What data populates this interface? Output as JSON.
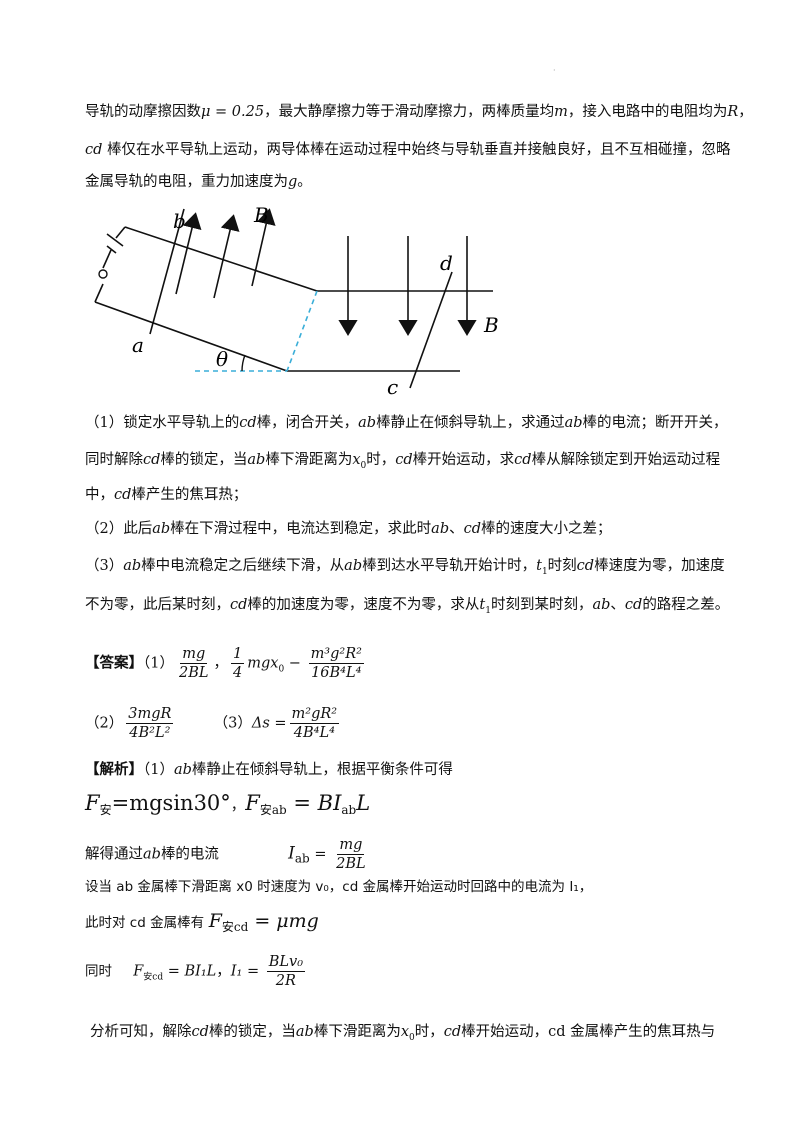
{
  "intro": {
    "l1a": "导轨的动摩擦因数",
    "mu": "μ = 0.25",
    "l1b": "，最大静摩擦力等于滑动摩擦力，两棒质量均",
    "m": "m",
    "l1c": "，接入电路中的电阻均为",
    "R": "R",
    "l1d": "，",
    "cd": "cd",
    "l2": "棒仅在水平导轨上运动，两导体棒在运动过程中始终与导轨垂直并接触良好，且不互相碰撞，忽略",
    "l3a": "金属导轨的电阻，重力加速度为",
    "g": "g",
    "l3b": "。"
  },
  "diagram": {
    "labels": {
      "b": "b",
      "a": "a",
      "B1": "B",
      "d": "d",
      "c": "c",
      "B2": "B",
      "theta": "θ"
    }
  },
  "q1": {
    "l1a": "（1）锁定水平导轨上的",
    "cd": "cd",
    "l1b": "棒，闭合开关，",
    "ab": "ab",
    "l1c": "棒静止在倾斜导轨上，求通过",
    "l1d": "棒的电流；断开开关，",
    "l2a": "同时解除",
    "l2b": "棒的锁定，当",
    "l2c": "棒下滑距离为",
    "x0": "x",
    "x0sub": "0",
    "l2d": "时，",
    "l2e": "棒开始运动，求",
    "l2f": "棒从解除锁定到开始运动过程",
    "l3a": "中，",
    "l3b": "棒产生的焦耳热；"
  },
  "q2": {
    "a": "（2）此后",
    "b": "棒在下滑过程中，电流达到稳定，求此时",
    "c": "、",
    "d": "棒的速度大小之差；"
  },
  "q3": {
    "l1a": "（3）",
    "l1b": "棒中电流稳定之后继续下滑，从",
    "l1c": "棒到达水平导轨开始计时，",
    "t1": "t",
    "t1sub": "1",
    "l1d": "时刻",
    "l1e": "棒速度为零，加速度",
    "l2a": "不为零，此后某时刻，",
    "l2b": "棒的加速度为零，速度不为零，求从",
    "l2c": "时刻到某时刻，",
    "l2d": "、",
    "l2e": "的路程之差。"
  },
  "answer": {
    "label": "【答案】",
    "p1": "（1）",
    "a1_num": "mg",
    "a1_den": "2BL",
    "sep": "，",
    "a1b_pre_num": "1",
    "a1b_pre_den": "4",
    "a1b_mid": "mgx",
    "a1b_sub": "0",
    "a1b_minus": " − ",
    "a1b_num": "m³g²R²",
    "a1b_den": "16B⁴L⁴",
    "p2": "（2）",
    "a2_num": "3mgR",
    "a2_den": "4B²L²",
    "p3": "（3）",
    "a3_lhs": "Δs =",
    "a3_num": "m²gR²",
    "a3_den": "4B⁴L⁴"
  },
  "analysis": {
    "label": "【解析】",
    "l1a": "（1）",
    "l1b": "棒静止在倾斜导轨上，根据平衡条件可得",
    "eq1a": "F",
    "eq1sub": "安",
    "eq1b": "=mgsin30°",
    "eq1c": "，",
    "eq1d": "F",
    "eq1dsub": "安ab",
    "eq1e": " = BI",
    "eq1esub": "ab",
    "eq1f": "L",
    "l3a": "解得通过",
    "l3b": "棒的电流",
    "iab": "I",
    "iabsub": "ab",
    "iab_eq": " = ",
    "iab_num": "mg",
    "iab_den": "2BL",
    "l4": "设当 ab 金属棒下滑距离 x0 时速度为 v₀，cd 金属棒开始运动时回路中的电流为 I₁，",
    "l5a": "此时对 cd 金属棒有",
    "eq5a": "F",
    "eq5sub": "安cd",
    "eq5b": " = μmg",
    "l6a": "同时",
    "eq6a": "F",
    "eq6sub": "安cd",
    "eq6b": " = BI₁L",
    "eq6c": "，",
    "eq6d": "I₁ = ",
    "eq6num": "BLv₀",
    "eq6den": "2R",
    "l7a": "分析可知，解除",
    "l7b": "棒的锁定，当",
    "l7c": "棒下滑距离为",
    "l7d": "时，",
    "l7e": "棒开始运动，cd 金属棒产生的焦耳热与"
  },
  "common": {
    "ab": "ab",
    "cd": "cd"
  }
}
